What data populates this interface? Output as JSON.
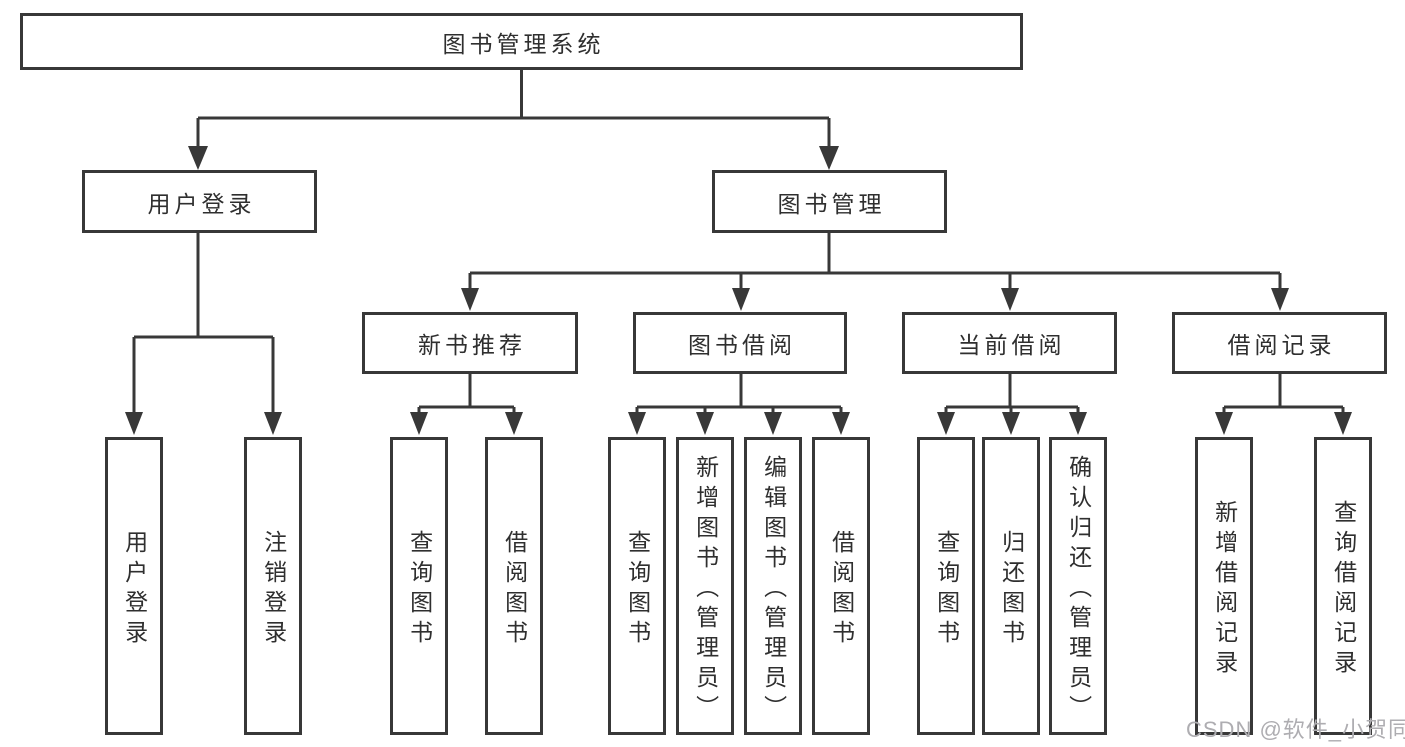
{
  "diagram": {
    "root": {
      "label": "图书管理系统"
    },
    "level2": [
      {
        "label": "用户登录"
      },
      {
        "label": "图书管理"
      }
    ],
    "level3": [
      {
        "label": "新书推荐",
        "parent": "图书管理"
      },
      {
        "label": "图书借阅",
        "parent": "图书管理"
      },
      {
        "label": "当前借阅",
        "parent": "图书管理"
      },
      {
        "label": "借阅记录",
        "parent": "图书管理"
      }
    ],
    "leaves": [
      {
        "label": "用户登录",
        "parent": "用户登录"
      },
      {
        "label": "注销登录",
        "parent": "用户登录"
      },
      {
        "label": "查询图书",
        "parent": "新书推荐"
      },
      {
        "label": "借阅图书",
        "parent": "新书推荐"
      },
      {
        "label": "查询图书",
        "parent": "图书借阅"
      },
      {
        "label": "新增图书（管理员）",
        "parent": "图书借阅"
      },
      {
        "label": "编辑图书（管理员）",
        "parent": "图书借阅"
      },
      {
        "label": "借阅图书",
        "parent": "图书借阅"
      },
      {
        "label": "查询图书",
        "parent": "当前借阅"
      },
      {
        "label": "归还图书",
        "parent": "当前借阅"
      },
      {
        "label": "确认归还（管理员）",
        "parent": "当前借阅"
      },
      {
        "label": "新增借阅记录",
        "parent": "借阅记录"
      },
      {
        "label": "查询借阅记录",
        "parent": "借阅记录"
      }
    ]
  },
  "watermark": {
    "text": "CSDN @软件_小贺同学"
  },
  "colors": {
    "line": "#383838",
    "box_border": "#383838",
    "box_fill": "#ffffff",
    "text": "#2f2f2f",
    "watermark": "#aeadb1",
    "background": "#ffffff"
  }
}
